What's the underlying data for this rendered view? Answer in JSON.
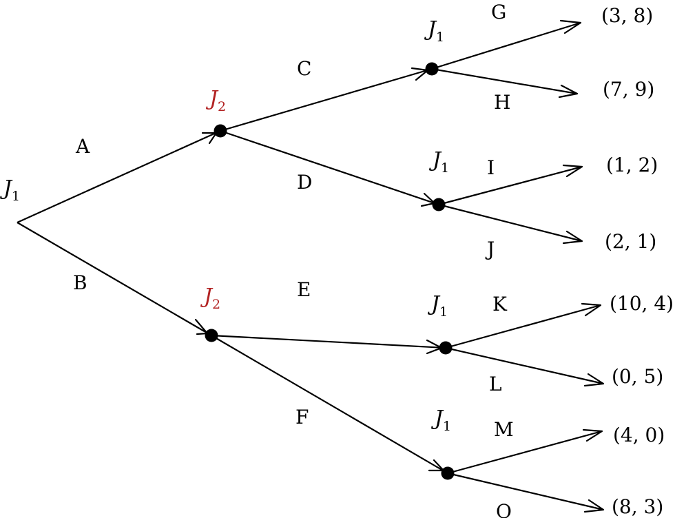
{
  "colors": {
    "line": "#000000",
    "player2": "#b22222"
  },
  "root": {
    "player": "J",
    "sub": "1"
  },
  "players": [
    {
      "id": "j2-upper",
      "player": "J",
      "sub": "2",
      "color": "#b22222"
    },
    {
      "id": "j2-lower",
      "player": "J",
      "sub": "2",
      "color": "#b22222"
    },
    {
      "id": "j1-c",
      "player": "J",
      "sub": "1",
      "color": "#000000"
    },
    {
      "id": "j1-d",
      "player": "J",
      "sub": "1",
      "color": "#000000"
    },
    {
      "id": "j1-e",
      "player": "J",
      "sub": "1",
      "color": "#000000"
    },
    {
      "id": "j1-f",
      "player": "J",
      "sub": "1",
      "color": "#000000"
    }
  ],
  "actions": [
    "A",
    "B",
    "C",
    "D",
    "E",
    "F",
    "G",
    "H",
    "I",
    "J",
    "K",
    "L",
    "M",
    "O"
  ],
  "payoffs": [
    "(3, 8)",
    "(7, 9)",
    "(1, 2)",
    "(2, 1)",
    "(10, 4)",
    "(0, 5)",
    "(4, 0)",
    "(8, 3)"
  ]
}
